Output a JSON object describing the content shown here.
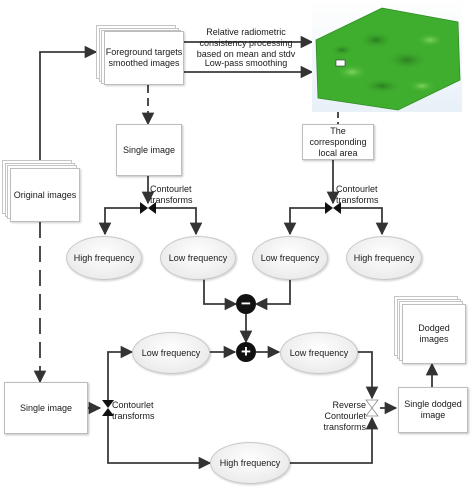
{
  "nodes": {
    "original_images": "Original images",
    "foreground_targets": "Foreground targets smoothed images",
    "single_image_top": "Single image",
    "corresponding_local_area": "The corresponding local area",
    "single_image_bottom": "Single image",
    "single_dodged_image": "Single dodged image",
    "dodged_images": "Dodged images"
  },
  "ellipses": {
    "high_freq_left": "High frequency",
    "low_freq_left": "Low frequency",
    "low_freq_right": "Low frequency",
    "high_freq_right": "High frequency",
    "low_freq_bottom_left": "Low frequency",
    "low_freq_bottom_right": "Low frequency",
    "high_freq_bottom": "High frequency"
  },
  "labels": {
    "relative_consistency": "Relative radiometric consistency processing based on mean and stdv",
    "low_pass": "Low-pass smoothing",
    "contourlet_left": "Contourlet transforms",
    "contourlet_right": "Contourlet transforms",
    "contourlet_bottom": "Contourlet transforms",
    "reverse_contourlet": "Reverse Contourlet transforms"
  },
  "operators": {
    "minus": "−",
    "plus": "+"
  },
  "colors": {
    "terrain_green": "#3fae2e",
    "arrow": "#333333",
    "operator_fill": "#111111"
  }
}
